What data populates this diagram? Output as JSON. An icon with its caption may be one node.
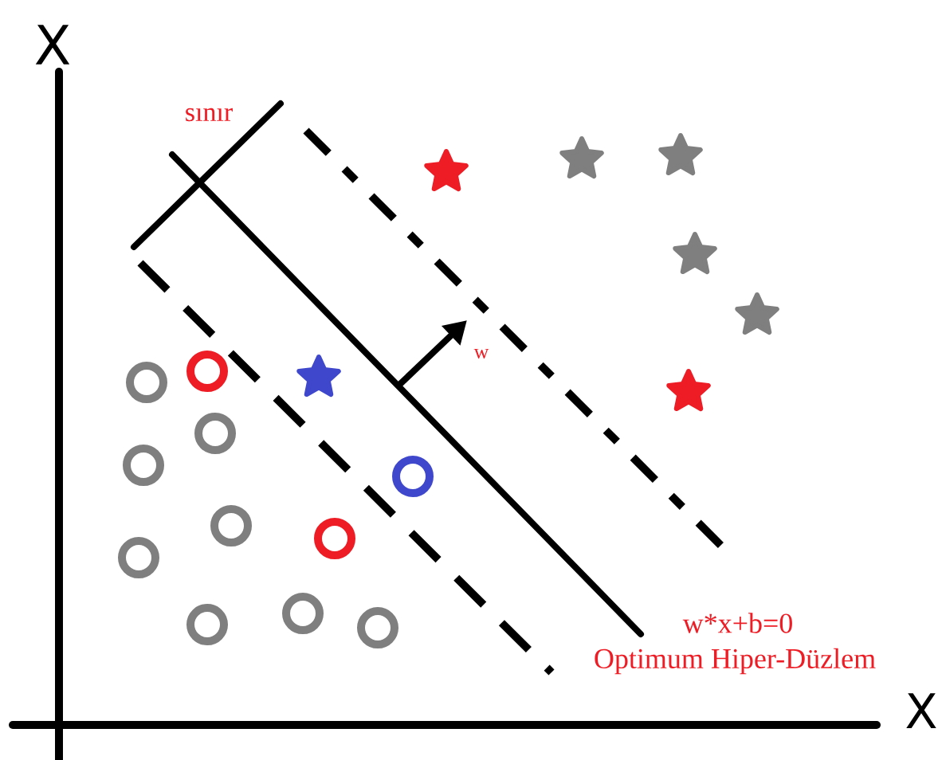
{
  "diagram": {
    "labels": [
      "X",
      "sınır",
      "w",
      "w*x+b=0",
      "Optimum Hiper-Düzlem",
      "X"
    ]
  }
}
